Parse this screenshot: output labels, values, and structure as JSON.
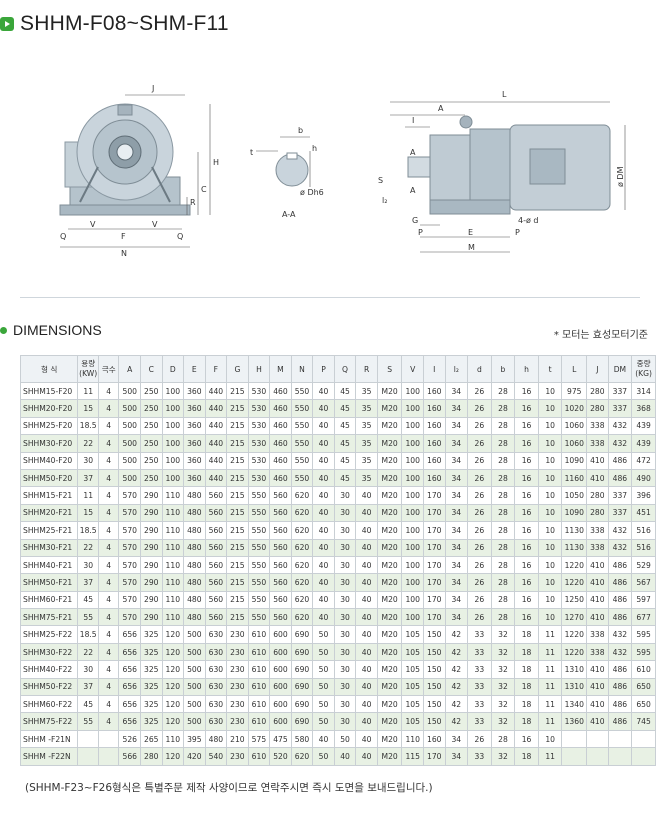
{
  "title": "SHHM-F08~SHM-F11",
  "subtitle": "DIMENSIONS",
  "note": "* 모터는 효성모터기준",
  "drawing": {
    "front_labels": [
      "J",
      "H",
      "C",
      "R",
      "Q",
      "V",
      "F",
      "V",
      "Q",
      "N"
    ],
    "section_labels": [
      "b",
      "t",
      "h",
      "ø Dh6",
      "A-A"
    ],
    "side_labels": [
      "L",
      "A",
      "I",
      "l₂",
      "S",
      "A",
      "A",
      "G",
      "P",
      "E",
      "P",
      "M",
      "4-ø d",
      "ø DM"
    ]
  },
  "table": {
    "headers": [
      "형 식",
      "용량 (KW)",
      "극수",
      "A",
      "C",
      "D",
      "E",
      "F",
      "G",
      "H",
      "M",
      "N",
      "P",
      "Q",
      "R",
      "S",
      "V",
      "I",
      "l₂",
      "d",
      "b",
      "h",
      "t",
      "L",
      "J",
      "DM",
      "중량 (KG)"
    ],
    "rows": [
      [
        "SHHM15-F20",
        "11",
        "4",
        "500",
        "250",
        "100",
        "360",
        "440",
        "215",
        "530",
        "460",
        "550",
        "40",
        "45",
        "35",
        "M20",
        "100",
        "160",
        "34",
        "26",
        "28",
        "16",
        "10",
        "975",
        "280",
        "337",
        "314"
      ],
      [
        "SHHM20-F20",
        "15",
        "4",
        "500",
        "250",
        "100",
        "360",
        "440",
        "215",
        "530",
        "460",
        "550",
        "40",
        "45",
        "35",
        "M20",
        "100",
        "160",
        "34",
        "26",
        "28",
        "16",
        "10",
        "1020",
        "280",
        "337",
        "368"
      ],
      [
        "SHHM25-F20",
        "18.5",
        "4",
        "500",
        "250",
        "100",
        "360",
        "440",
        "215",
        "530",
        "460",
        "550",
        "40",
        "45",
        "35",
        "M20",
        "100",
        "160",
        "34",
        "26",
        "28",
        "16",
        "10",
        "1060",
        "338",
        "432",
        "439"
      ],
      [
        "SHHM30-F20",
        "22",
        "4",
        "500",
        "250",
        "100",
        "360",
        "440",
        "215",
        "530",
        "460",
        "550",
        "40",
        "45",
        "35",
        "M20",
        "100",
        "160",
        "34",
        "26",
        "28",
        "16",
        "10",
        "1060",
        "338",
        "432",
        "439"
      ],
      [
        "SHHM40-F20",
        "30",
        "4",
        "500",
        "250",
        "100",
        "360",
        "440",
        "215",
        "530",
        "460",
        "550",
        "40",
        "45",
        "35",
        "M20",
        "100",
        "160",
        "34",
        "26",
        "28",
        "16",
        "10",
        "1090",
        "410",
        "486",
        "472"
      ],
      [
        "SHHM50-F20",
        "37",
        "4",
        "500",
        "250",
        "100",
        "360",
        "440",
        "215",
        "530",
        "460",
        "550",
        "40",
        "45",
        "35",
        "M20",
        "100",
        "160",
        "34",
        "26",
        "28",
        "16",
        "10",
        "1160",
        "410",
        "486",
        "490"
      ],
      [
        "SHHM15-F21",
        "11",
        "4",
        "570",
        "290",
        "110",
        "480",
        "560",
        "215",
        "550",
        "560",
        "620",
        "40",
        "30",
        "40",
        "M20",
        "100",
        "170",
        "34",
        "26",
        "28",
        "16",
        "10",
        "1050",
        "280",
        "337",
        "396"
      ],
      [
        "SHHM20-F21",
        "15",
        "4",
        "570",
        "290",
        "110",
        "480",
        "560",
        "215",
        "550",
        "560",
        "620",
        "40",
        "30",
        "40",
        "M20",
        "100",
        "170",
        "34",
        "26",
        "28",
        "16",
        "10",
        "1090",
        "280",
        "337",
        "451"
      ],
      [
        "SHHM25-F21",
        "18.5",
        "4",
        "570",
        "290",
        "110",
        "480",
        "560",
        "215",
        "550",
        "560",
        "620",
        "40",
        "30",
        "40",
        "M20",
        "100",
        "170",
        "34",
        "26",
        "28",
        "16",
        "10",
        "1130",
        "338",
        "432",
        "516"
      ],
      [
        "SHHM30-F21",
        "22",
        "4",
        "570",
        "290",
        "110",
        "480",
        "560",
        "215",
        "550",
        "560",
        "620",
        "40",
        "30",
        "40",
        "M20",
        "100",
        "170",
        "34",
        "26",
        "28",
        "16",
        "10",
        "1130",
        "338",
        "432",
        "516"
      ],
      [
        "SHHM40-F21",
        "30",
        "4",
        "570",
        "290",
        "110",
        "480",
        "560",
        "215",
        "550",
        "560",
        "620",
        "40",
        "30",
        "40",
        "M20",
        "100",
        "170",
        "34",
        "26",
        "28",
        "16",
        "10",
        "1220",
        "410",
        "486",
        "529"
      ],
      [
        "SHHM50-F21",
        "37",
        "4",
        "570",
        "290",
        "110",
        "480",
        "560",
        "215",
        "550",
        "560",
        "620",
        "40",
        "30",
        "40",
        "M20",
        "100",
        "170",
        "34",
        "26",
        "28",
        "16",
        "10",
        "1220",
        "410",
        "486",
        "567"
      ],
      [
        "SHHM60-F21",
        "45",
        "4",
        "570",
        "290",
        "110",
        "480",
        "560",
        "215",
        "550",
        "560",
        "620",
        "40",
        "30",
        "40",
        "M20",
        "100",
        "170",
        "34",
        "26",
        "28",
        "16",
        "10",
        "1250",
        "410",
        "486",
        "597"
      ],
      [
        "SHHM75-F21",
        "55",
        "4",
        "570",
        "290",
        "110",
        "480",
        "560",
        "215",
        "550",
        "560",
        "620",
        "40",
        "30",
        "40",
        "M20",
        "100",
        "170",
        "34",
        "26",
        "28",
        "16",
        "10",
        "1270",
        "410",
        "486",
        "677"
      ],
      [
        "SHHM25-F22",
        "18.5",
        "4",
        "656",
        "325",
        "120",
        "500",
        "630",
        "230",
        "610",
        "600",
        "690",
        "50",
        "30",
        "40",
        "M20",
        "105",
        "150",
        "42",
        "33",
        "32",
        "18",
        "11",
        "1220",
        "338",
        "432",
        "595"
      ],
      [
        "SHHM30-F22",
        "22",
        "4",
        "656",
        "325",
        "120",
        "500",
        "630",
        "230",
        "610",
        "600",
        "690",
        "50",
        "30",
        "40",
        "M20",
        "105",
        "150",
        "42",
        "33",
        "32",
        "18",
        "11",
        "1220",
        "338",
        "432",
        "595"
      ],
      [
        "SHHM40-F22",
        "30",
        "4",
        "656",
        "325",
        "120",
        "500",
        "630",
        "230",
        "610",
        "600",
        "690",
        "50",
        "30",
        "40",
        "M20",
        "105",
        "150",
        "42",
        "33",
        "32",
        "18",
        "11",
        "1310",
        "410",
        "486",
        "610"
      ],
      [
        "SHHM50-F22",
        "37",
        "4",
        "656",
        "325",
        "120",
        "500",
        "630",
        "230",
        "610",
        "600",
        "690",
        "50",
        "30",
        "40",
        "M20",
        "105",
        "150",
        "42",
        "33",
        "32",
        "18",
        "11",
        "1310",
        "410",
        "486",
        "650"
      ],
      [
        "SHHM60-F22",
        "45",
        "4",
        "656",
        "325",
        "120",
        "500",
        "630",
        "230",
        "610",
        "600",
        "690",
        "50",
        "30",
        "40",
        "M20",
        "105",
        "150",
        "42",
        "33",
        "32",
        "18",
        "11",
        "1340",
        "410",
        "486",
        "650"
      ],
      [
        "SHHM75-F22",
        "55",
        "4",
        "656",
        "325",
        "120",
        "500",
        "630",
        "230",
        "610",
        "600",
        "690",
        "50",
        "30",
        "40",
        "M20",
        "105",
        "150",
        "42",
        "33",
        "32",
        "18",
        "11",
        "1360",
        "410",
        "486",
        "745"
      ],
      [
        "SHHM -F21N",
        "",
        "",
        "526",
        "265",
        "110",
        "395",
        "480",
        "210",
        "575",
        "475",
        "580",
        "40",
        "50",
        "40",
        "M20",
        "110",
        "160",
        "34",
        "26",
        "28",
        "16",
        "10",
        "",
        "",
        "",
        ""
      ],
      [
        "SHHM -F22N",
        "",
        "",
        "566",
        "280",
        "120",
        "420",
        "540",
        "230",
        "610",
        "520",
        "620",
        "50",
        "40",
        "40",
        "M20",
        "115",
        "170",
        "34",
        "33",
        "32",
        "18",
        "11",
        "",
        "",
        "",
        ""
      ]
    ]
  },
  "footer": "(SHHM-F23~F26형식은 특별주문 제작 사양이므로 연락주시면 즉시 도면을 보내드립니다.)",
  "colors": {
    "accent": "#3aa63a",
    "row_alt": "#e8f1e4",
    "header_bg": "#eef2f5"
  }
}
